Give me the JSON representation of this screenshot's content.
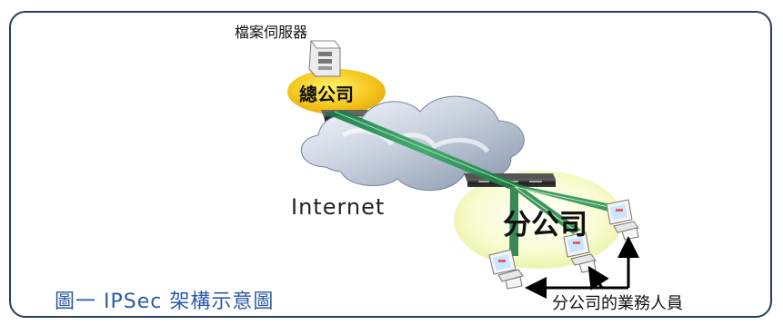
{
  "top_text": "   ",
  "diagram": {
    "server_label": "檔案伺服器",
    "hq_label": "總公司",
    "internet_label": "Internet",
    "branch_label": "分公司",
    "caption": "圖一 IPSec 架構示意圖",
    "staff_label": "分公司的業務人員"
  },
  "colors": {
    "frame": "#24405f",
    "caption": "#2b5aa8",
    "tunnel": "#2f8b56",
    "hq_ellipse": "#f0c419",
    "branch_ellipse": "#eef5a8",
    "cloud": "#b8c3d3"
  },
  "icons": [
    "server-icon",
    "router-icon",
    "cloud-icon",
    "computer-icon",
    "arrow-icon"
  ]
}
